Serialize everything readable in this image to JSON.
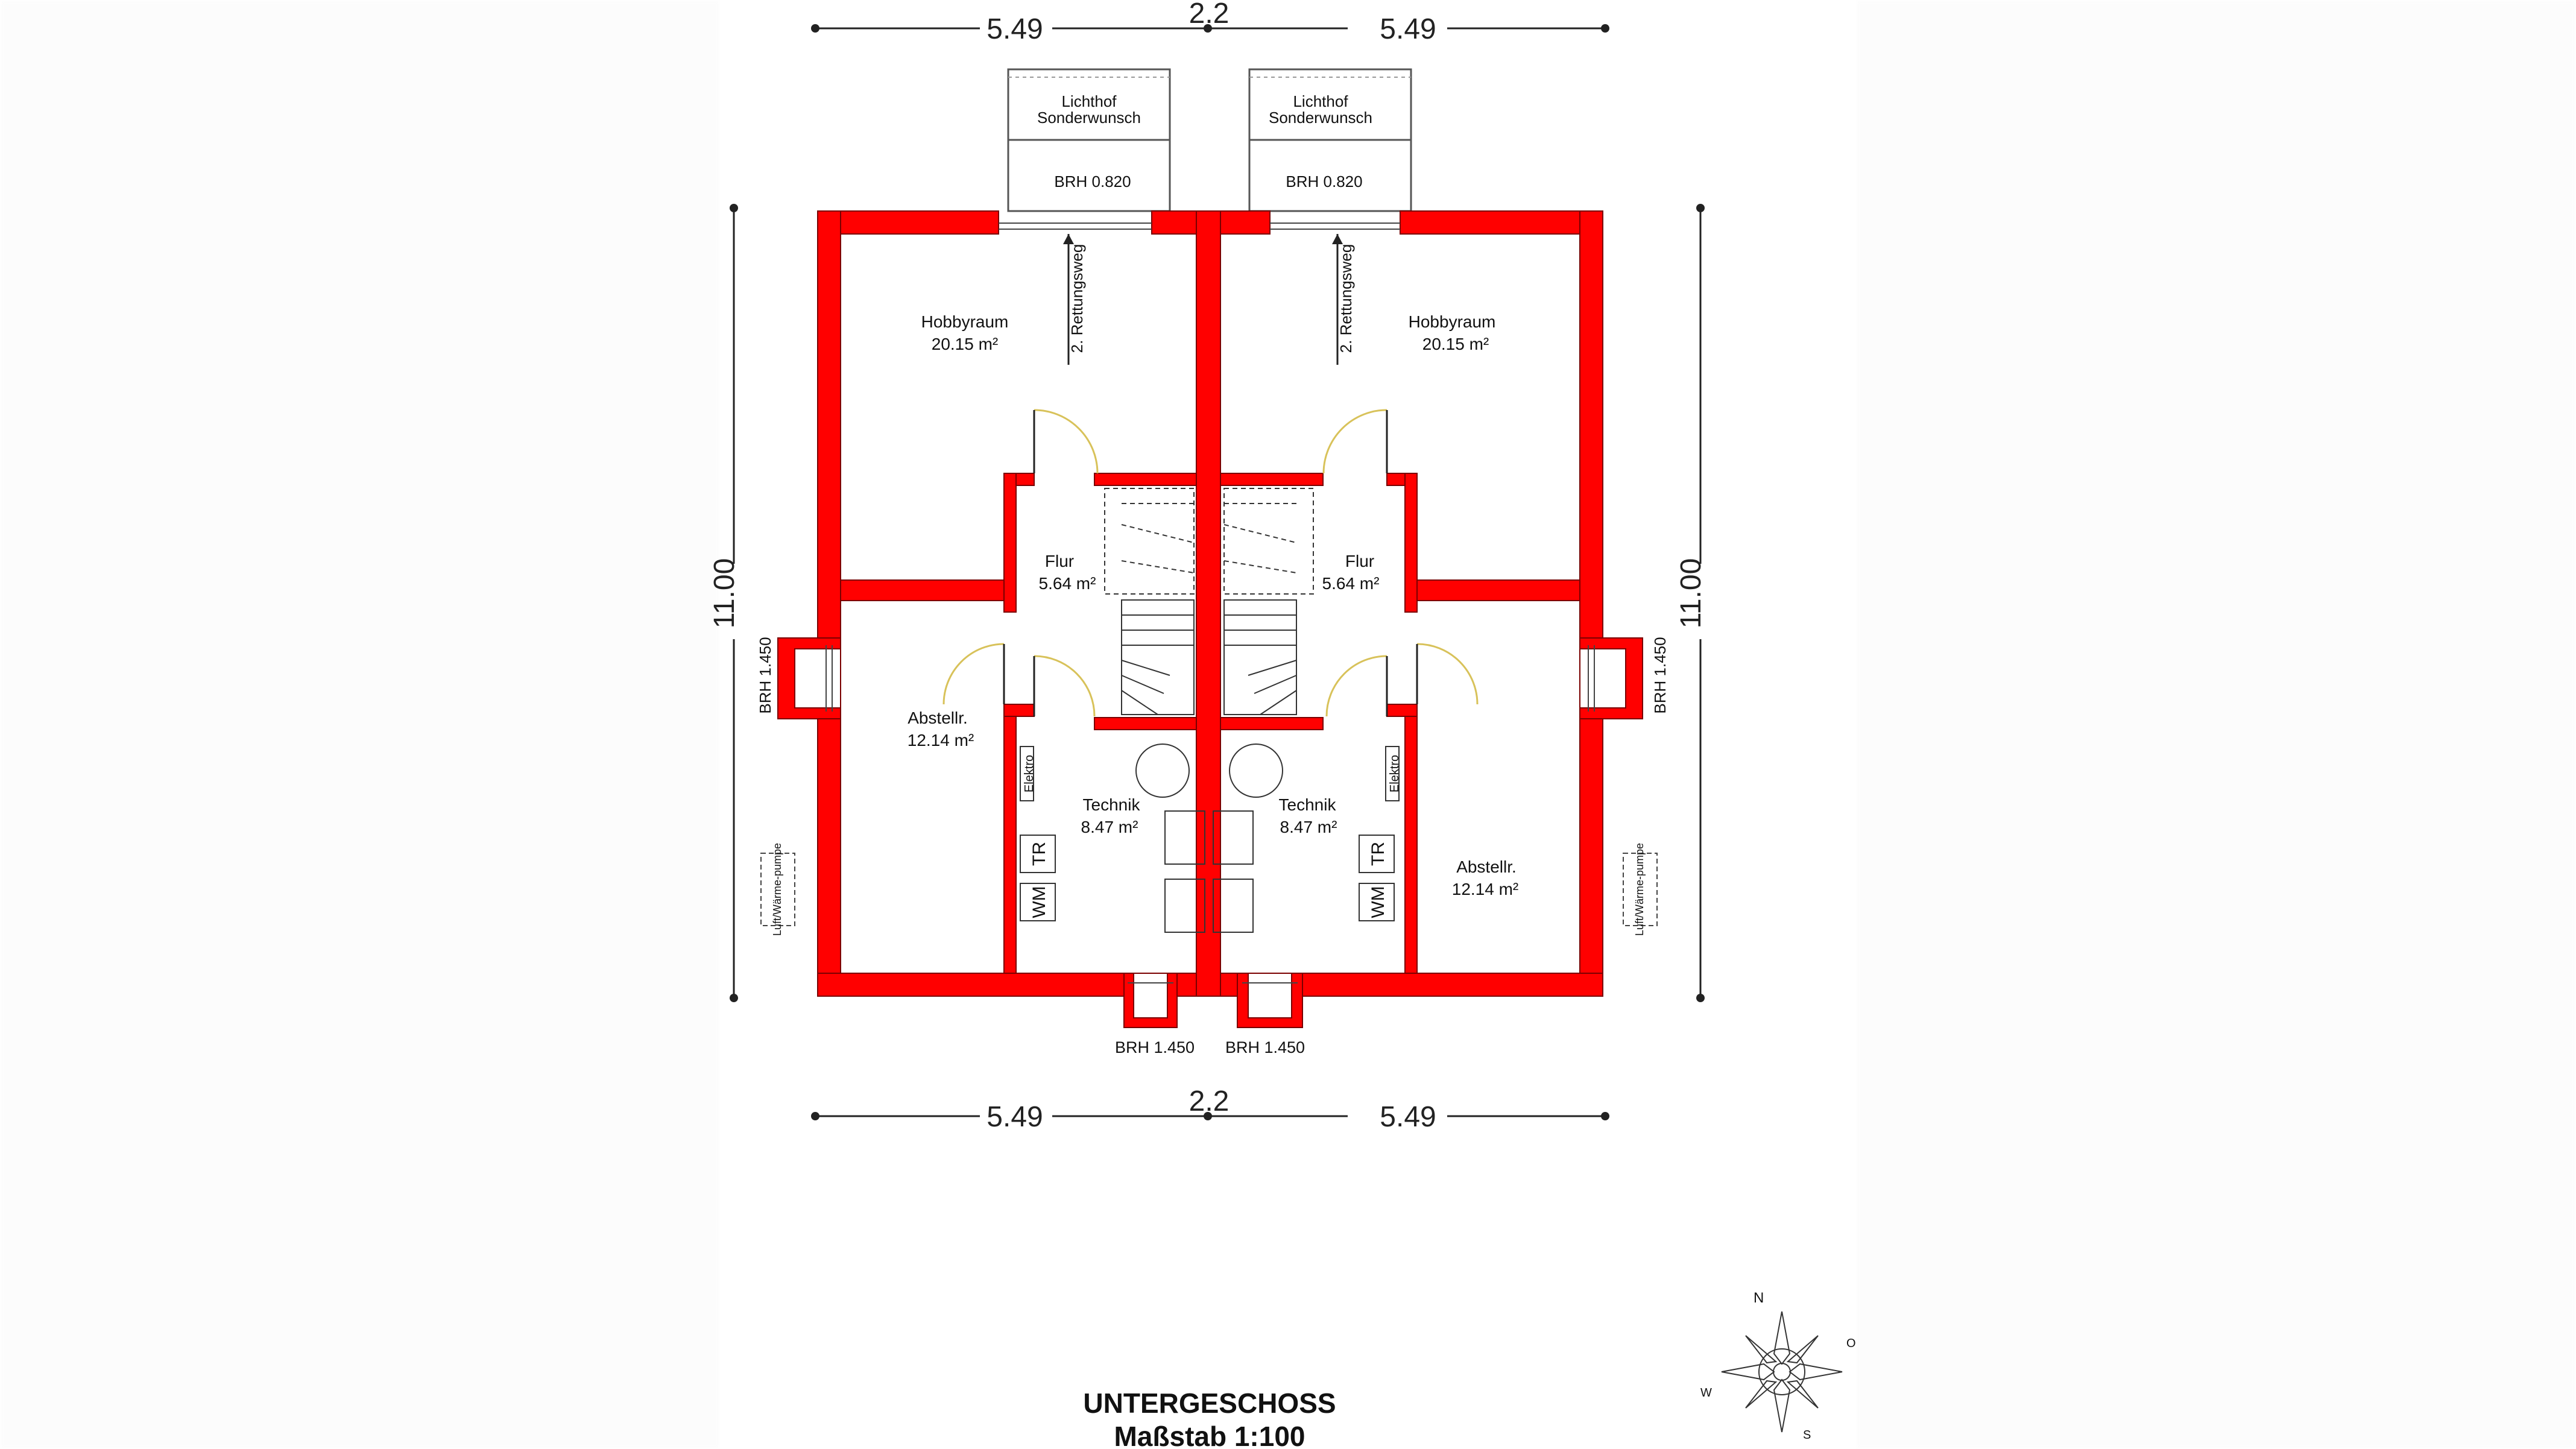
{
  "colors": {
    "wall": "#ff0000",
    "wall_edge": "#7a0000",
    "line": "#222222"
  },
  "dimensions": {
    "top": {
      "left": "5.49",
      "middle": "2.2",
      "right": "5.49"
    },
    "bottom": {
      "left": "5.49",
      "middle": "2.2",
      "right": "5.49"
    },
    "left_side": "11.00",
    "right_side": "11.00"
  },
  "light_wells": [
    {
      "title": "Lichthof",
      "subtitle": "Sonderwunsch",
      "sill": "BRH 0.820"
    },
    {
      "title": "Lichthof",
      "subtitle": "Sonderwunsch",
      "sill": "BRH 0.820"
    }
  ],
  "rooms": {
    "left": {
      "hobby": {
        "name": "Hobbyraum",
        "area": "20.15 m²"
      },
      "flur": {
        "name": "Flur",
        "area": "5.64 m²"
      },
      "storage": {
        "name": "Abstellr.",
        "area": "12.14 m²"
      },
      "technik": {
        "name": "Technik",
        "area": "8.47 m²"
      }
    },
    "right": {
      "hobby": {
        "name": "Hobbyraum",
        "area": "20.15 m²"
      },
      "flur": {
        "name": "Flur",
        "area": "5.64 m²"
      },
      "storage": {
        "name": "Abstellr.",
        "area": "12.14 m²"
      },
      "technik": {
        "name": "Technik",
        "area": "8.47 m²"
      }
    }
  },
  "annotations": {
    "escape_route": "2. Rettungsweg",
    "electrical": "Elektro",
    "dryer": "TR",
    "washer": "WM",
    "heat_pump": "Luft/Wärme-pumpe",
    "side_window_sill": "BRH 1.450",
    "bottom_window_sill": "BRH 1.450"
  },
  "title": {
    "line1": "UNTERGESCHOSS",
    "line2": "Maßstab 1:100"
  },
  "compass": {
    "north": "N",
    "east": "O",
    "south": "S",
    "west": "W"
  }
}
